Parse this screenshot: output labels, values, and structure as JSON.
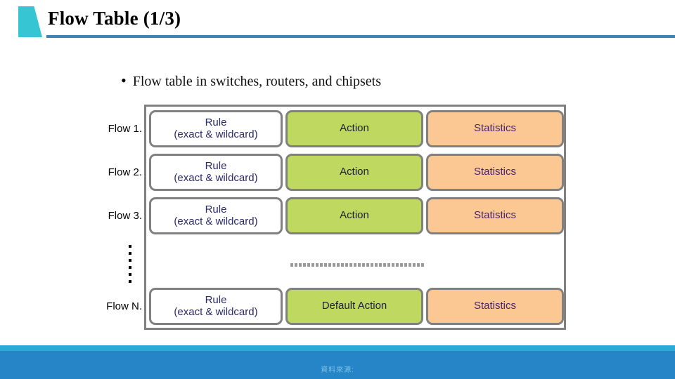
{
  "slide": {
    "title": "Flow Table (1/3)",
    "bullet_marker": "•",
    "bullet_text": "Flow table in switches, routers, and chipsets",
    "accent_teal": "#36c6d3",
    "accent_rule": "#3d85b5"
  },
  "flow_table": {
    "rule_line1": "Rule",
    "rule_line2": "(exact & wildcard)",
    "colors": {
      "rule_bg": "#ffffff",
      "action_bg": "#bfd860",
      "stats_bg": "#fbc893",
      "border": "#808080",
      "rule_text": "#2a2a6e",
      "action_text": "#1d1d3c",
      "stats_text": "#46246e"
    },
    "rows": [
      {
        "label": "Flow 1.",
        "rule_line1": "Rule",
        "rule_line2": "(exact & wildcard)",
        "action": "Action",
        "statistics": "Statistics"
      },
      {
        "label": "Flow 2.",
        "rule_line1": "Rule",
        "rule_line2": "(exact & wildcard)",
        "action": "Action",
        "statistics": "Statistics"
      },
      {
        "label": "Flow 3.",
        "rule_line1": "Rule",
        "rule_line2": "(exact & wildcard)",
        "action": "Action",
        "statistics": "Statistics"
      },
      {
        "label": "Flow N.",
        "rule_line1": "Rule",
        "rule_line2": "(exact & wildcard)",
        "action": "Default Action",
        "statistics": "Statistics"
      }
    ]
  },
  "footer": {
    "source_text": "資料來源:",
    "strip_color": "#29abd6",
    "bar_color": "#2585c6"
  }
}
